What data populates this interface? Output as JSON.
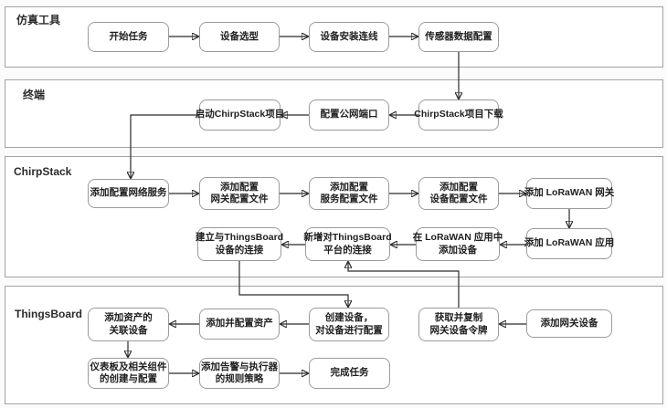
{
  "lanes": {
    "sim": {
      "label": "仿真工具"
    },
    "terminal": {
      "label": "终端"
    },
    "chirpstack": {
      "label": "ChirpStack"
    },
    "thingsboard": {
      "label": "ThingsBoard"
    }
  },
  "nodes": {
    "start_task": {
      "label": "开始任务"
    },
    "device_select": {
      "label": "设备选型"
    },
    "device_install": {
      "label": "设备安装连线"
    },
    "sensor_config": {
      "label": "传感器数据配置"
    },
    "launch_chirpstack": {
      "label": "启动ChirpStack项目"
    },
    "public_port": {
      "label": "配置公网端口"
    },
    "chirpstack_download": {
      "label": "ChirpStack项目下载"
    },
    "add_network_service": {
      "label": "添加配置网络服务"
    },
    "gw_config_file": {
      "label": "添加配置\n网关配置文件"
    },
    "svc_config_file": {
      "label": "添加配置\n服务配置文件"
    },
    "dev_config_file": {
      "label": "添加配置\n设备配置文件"
    },
    "add_lorawan_gw": {
      "label": "添加 LoRaWAN 网关"
    },
    "add_lorawan_app": {
      "label": "添加 LoRaWAN 应用"
    },
    "add_device_in_app": {
      "label": "在 LoRaWAN 应用中\n添加设备"
    },
    "new_tb_connection": {
      "label": "新增对ThingsBoard\n平台的连接"
    },
    "establish_tb_device": {
      "label": "建立与ThingsBoard\n设备的连接"
    },
    "asset_related_device": {
      "label": "添加资产的\n关联设备"
    },
    "add_config_asset": {
      "label": "添加并配置资产"
    },
    "create_device": {
      "label": "创建设备，\n对设备进行配置"
    },
    "get_copy_token": {
      "label": "获取并复制\n网关设备令牌"
    },
    "add_gw_device": {
      "label": "添加网关设备"
    },
    "dashboard_components": {
      "label": "仪表板及相关组件\n的创建与配置"
    },
    "alarm_rules": {
      "label": "添加告警与执行器\n的规则策略"
    },
    "finish_task": {
      "label": "完成任务"
    }
  },
  "colors": {
    "lane_border": "#a3a3a3",
    "node_border": "#9b9b9b",
    "connector": "#2b2b2b",
    "background": "#fbfbfb"
  }
}
